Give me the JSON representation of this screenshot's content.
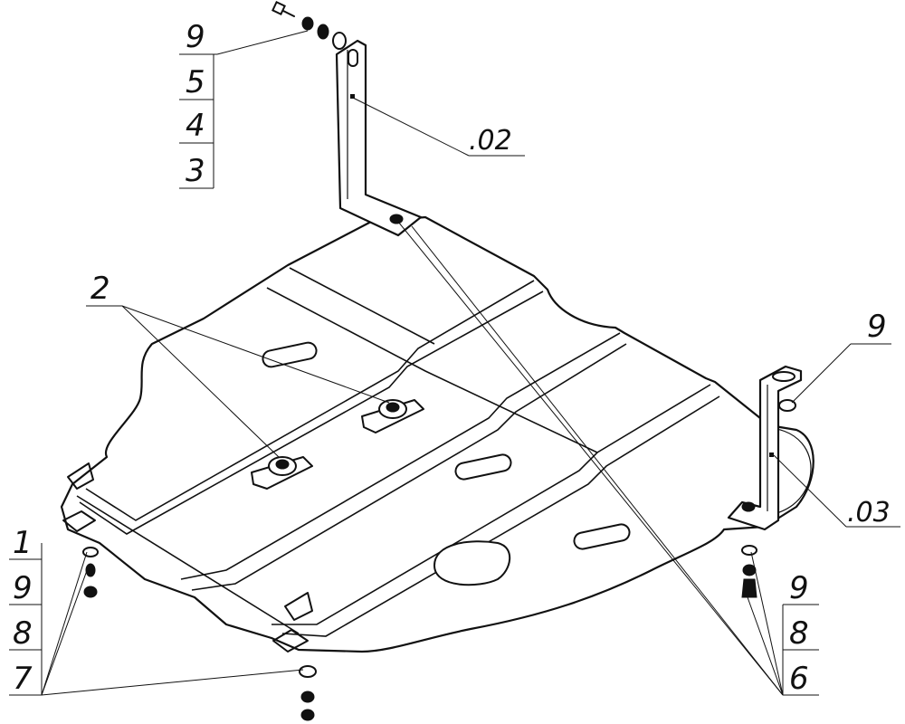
{
  "callouts": {
    "top_left_stack": [
      "9",
      "5",
      "4",
      "3"
    ],
    "part_2": "2",
    "ref_02": ".02",
    "right_9": "9",
    "ref_03": ".03",
    "bottom_left_stack": [
      "1",
      "9",
      "8",
      "7"
    ],
    "bottom_right_stack": [
      "9",
      "8",
      "6"
    ]
  },
  "colors": {
    "line": "#111111",
    "background": "#ffffff"
  }
}
